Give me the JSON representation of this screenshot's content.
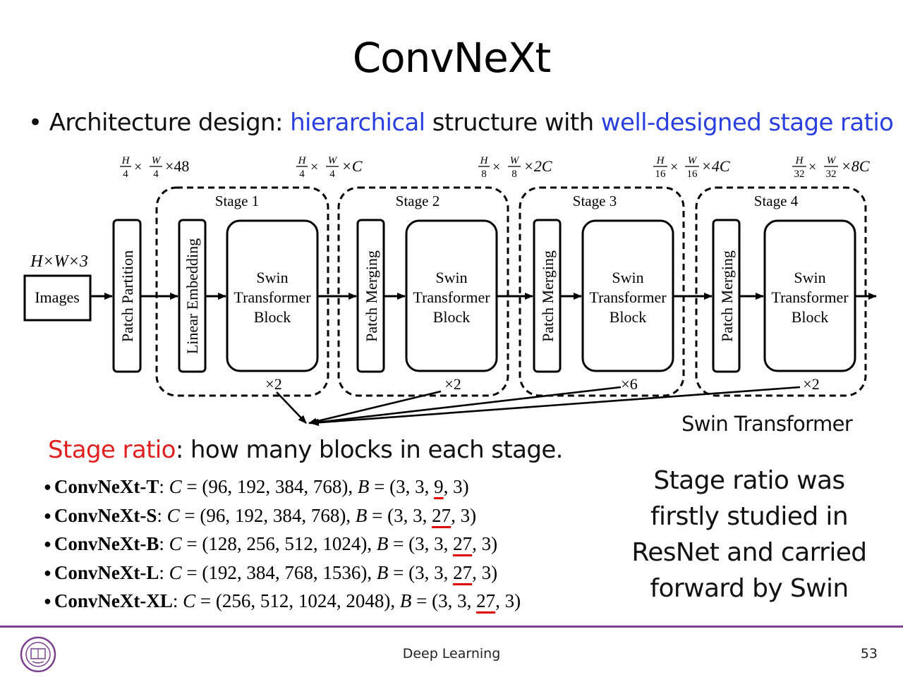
{
  "title": "ConvNeXt",
  "bullet": {
    "marker": "•",
    "prefix": "Architecture design: ",
    "highlight1": "hierarchical",
    "middle": " structure with ",
    "highlight2": "well-designed stage ratio"
  },
  "diagram": {
    "input_dims": "H×W×3",
    "input_label": "Images",
    "patch_partition": "Patch Partition",
    "dims": [
      {
        "frac1": [
          "H",
          "4"
        ],
        "frac2": [
          "W",
          "4"
        ],
        "tail": "×48"
      },
      {
        "frac1": [
          "H",
          "4"
        ],
        "frac2": [
          "W",
          "4"
        ],
        "tail": "×C"
      },
      {
        "frac1": [
          "H",
          "8"
        ],
        "frac2": [
          "W",
          "8"
        ],
        "tail": "×2C"
      },
      {
        "frac1": [
          "H",
          "16"
        ],
        "frac2": [
          "W",
          "16"
        ],
        "tail": "×4C"
      },
      {
        "frac1": [
          "H",
          "32"
        ],
        "frac2": [
          "W",
          "32"
        ],
        "tail": "×8C"
      }
    ],
    "stages": [
      {
        "label": "Stage 1",
        "first_block": "Linear Embedding",
        "block": [
          "Swin",
          "Transformer",
          "Block"
        ],
        "repeat": "×2"
      },
      {
        "label": "Stage 2",
        "first_block": "Patch Merging",
        "block": [
          "Swin",
          "Transformer",
          "Block"
        ],
        "repeat": "×2"
      },
      {
        "label": "Stage 3",
        "first_block": "Patch Merging",
        "block": [
          "Swin",
          "Transformer",
          "Block"
        ],
        "repeat": "×6"
      },
      {
        "label": "Stage 4",
        "first_block": "Patch Merging",
        "block": [
          "Swin",
          "Transformer",
          "Block"
        ],
        "repeat": "×2"
      }
    ],
    "caption": "Swin Transformer"
  },
  "stage_ratio": {
    "term": "Stage ratio",
    "definition": ": how many blocks in each stage."
  },
  "configs": [
    {
      "name": "ConvNeXt-T",
      "C": "(96, 192, 384, 768)",
      "B_pre": "(3, 3, ",
      "B_hl": "9",
      "B_post": ", 3)"
    },
    {
      "name": "ConvNeXt-S",
      "C": "(96, 192, 384, 768)",
      "B_pre": "(3, 3, ",
      "B_hl": "27",
      "B_post": ", 3)"
    },
    {
      "name": "ConvNeXt-B",
      "C": "(128, 256, 512, 1024)",
      "B_pre": "(3, 3, ",
      "B_hl": "27",
      "B_post": ", 3)"
    },
    {
      "name": "ConvNeXt-L",
      "C": "(192, 384, 768, 1536)",
      "B_pre": "(3, 3, ",
      "B_hl": "27",
      "B_post": ", 3)"
    },
    {
      "name": "ConvNeXt-XL",
      "C": "(256, 512, 1024, 2048)",
      "B_pre": "(3, 3, ",
      "B_hl": "27",
      "B_post": ", 3)"
    }
  ],
  "side_note": [
    "Stage ratio was",
    "firstly studied in",
    "ResNet and carried",
    "forward by Swin"
  ],
  "footer": {
    "course": "Deep Learning",
    "page": "53"
  },
  "colors": {
    "highlight_blue": "#2a3fe0",
    "highlight_red": "#e02020",
    "footer_line": "#7b3f8f"
  }
}
